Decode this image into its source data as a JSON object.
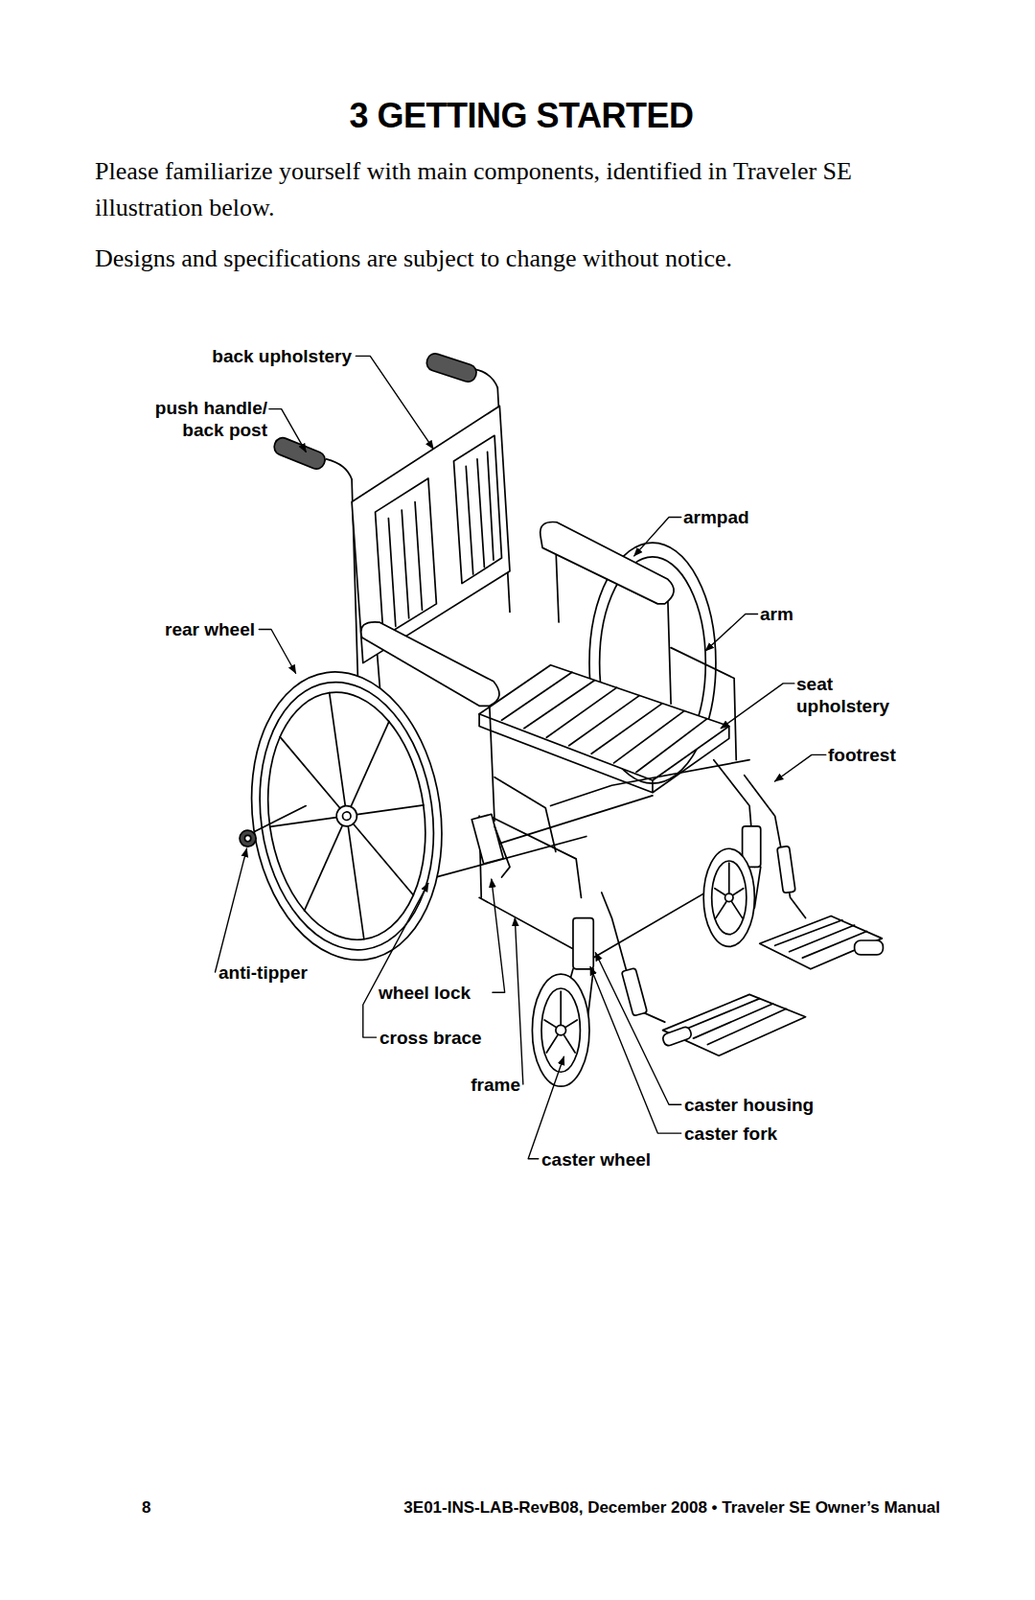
{
  "diagram": {
    "title": "3 GETTING STARTED",
    "labels": [
      "Please familiarize yourself with main components, identified in Traveler SE illustration below.",
      "Designs and specifications are subject to change without notice.",
      "back upholstery",
      "push handle/ back post",
      "armpad",
      "arm",
      "rear wheel",
      "seat upholstery",
      "footrest",
      "anti-tipper",
      "wheel lock",
      "cross brace",
      "frame",
      "caster housing",
      "caster fork",
      "caster wheel",
      "8",
      "3E01-INS-LAB-RevB08, December 2008 • Traveler SE Owner’s Manual"
    ]
  }
}
